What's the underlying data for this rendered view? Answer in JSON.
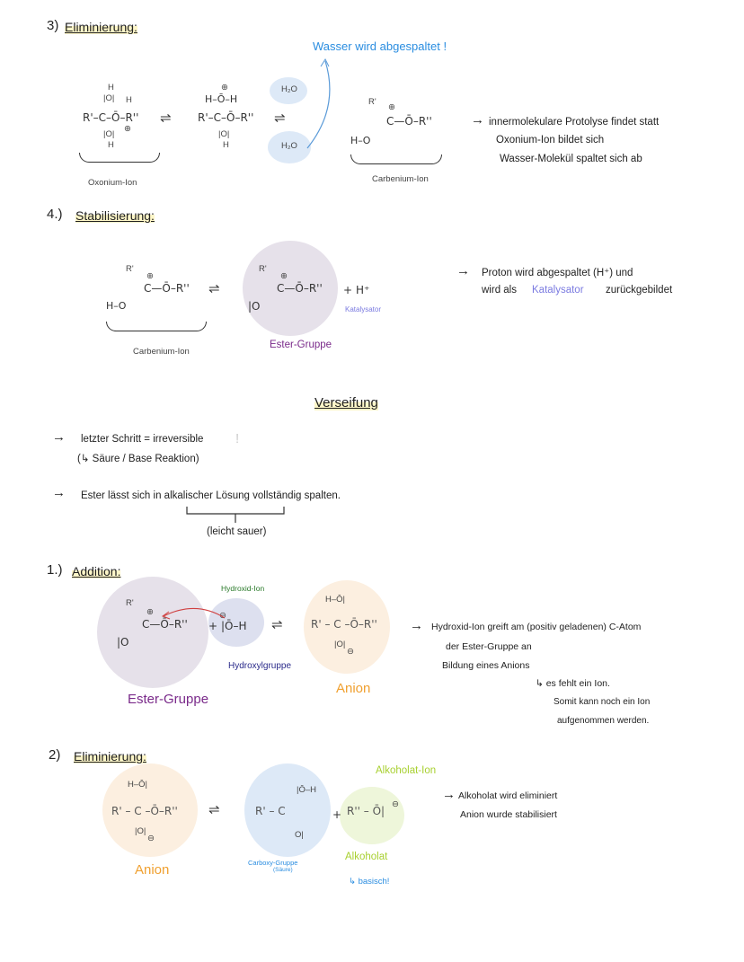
{
  "colors": {
    "blue_text": "#2a8de0",
    "purple": "#7a2a8a",
    "orange": "#f0a030",
    "green": "#2a7a2a",
    "lime": "#a8d030",
    "katalysator": "#7a7ae0",
    "navy": "#2a2a8a"
  },
  "s3": {
    "num": "3)",
    "title": "Eliminierung:",
    "water_note": "Wasser wird abgespaltet !",
    "mol1": {
      "top": "H",
      "o_top": "|O|",
      "h_right": "H",
      "main": "R'–C–Ō–R''",
      "charge": "⊕",
      "o_bot": "|O|",
      "bot": "H"
    },
    "mol2": {
      "charge": "⊕",
      "top": "H–Ō–H",
      "main": "R'–C–Ō–R''",
      "o_bot": "|O|",
      "bot": "H"
    },
    "water_top": "H₂O",
    "water_bot": "H₂O",
    "mol3": {
      "r": "R'",
      "charge": "⊕",
      "main": "C—Ō–R''",
      "ho": "H–O"
    },
    "label1": "Oxonium-Ion",
    "label2": "Carbenium-Ion",
    "arrow": "→",
    "bullets": [
      "innermolekulare Protolyse findet statt",
      "Oxonium-Ion bildet sich",
      "Wasser-Molekül spaltet sich ab"
    ]
  },
  "s4": {
    "num": "4.)",
    "title": "Stabilisierung:",
    "mol1": {
      "r": "R'",
      "charge": "⊕",
      "main": "C—Ō–R''",
      "ho": "H–O"
    },
    "mol2": {
      "r": "R'",
      "charge": "⊕",
      "main": "C—Ō–R''",
      "o": "|O"
    },
    "plus": "+",
    "h_plus": "H⁺",
    "katalysator_small": "Katalysator",
    "label1": "Carbenium-Ion",
    "label2": "Ester-Gruppe",
    "arrow": "→",
    "note_line1": "Proton wird abgespaltet (H⁺) und",
    "note_line2a": "wird als",
    "note_line2b": "Katalysator",
    "note_line2c": "zurückgebildet"
  },
  "verseifung": {
    "title": "Verseifung",
    "arrow1": "→",
    "line1": "letzter Schritt = irreversible",
    "excl": "!",
    "line1b": "(↳ Säure / Base Reaktion)",
    "arrow2": "→",
    "line2": "Ester lässt sich in alkalischer Lösung vollständig spalten.",
    "brace_note": "(leicht sauer)"
  },
  "s1": {
    "num": "1.)",
    "title": "Addition:",
    "hydroxid_ion": "Hydroxid-Ion",
    "mol1": {
      "r": "R'",
      "charge": "⊕",
      "main": "C—Ō–R''",
      "o": "|O"
    },
    "plus": "+",
    "oh": "|Ō–H",
    "oh_charge": "⊖",
    "mol2": {
      "top": "H–Ō|",
      "main": "R' – C –Ō–R''",
      "o_bot": "|O|",
      "charge": "⊖"
    },
    "label_hydroxyl": "Hydroxylgruppe",
    "label_ester": "Ester-Gruppe",
    "label_anion": "Anion",
    "arrow": "→",
    "bullets": [
      "Hydroxid-Ion greift am (positiv geladenen) C-Atom",
      "der Ester-Gruppe an",
      "Bildung eines Anions"
    ],
    "sub": [
      "↳ es fehlt ein Ion.",
      "Somit kann noch ein Ion",
      "aufgenommen werden."
    ]
  },
  "s2": {
    "num": "2)",
    "title": "Eliminierung:",
    "mol1": {
      "top": "H–Ō|",
      "main": "R' – C –Ō–R''",
      "o_bot": "|O|",
      "charge": "⊖"
    },
    "mol2": {
      "oh": "|Ō–H",
      "main": "R' – C",
      "o": "O|"
    },
    "plus": "+",
    "alk": "R'' – Ō|",
    "alk_charge": "⊖",
    "label_alkoholat_ion": "Alkoholat-Ion",
    "label_anion": "Anion",
    "label_carboxy": "Carboxy-Gruppe",
    "label_carboxy2": "(Säure)",
    "label_alkoholat": "Alkoholat",
    "basisch": "↳ basisch!",
    "arrow": "→",
    "bullets": [
      "Alkoholat wird eliminiert",
      "Anion wurde stabilisiert"
    ]
  },
  "equilibrium": "⇌"
}
